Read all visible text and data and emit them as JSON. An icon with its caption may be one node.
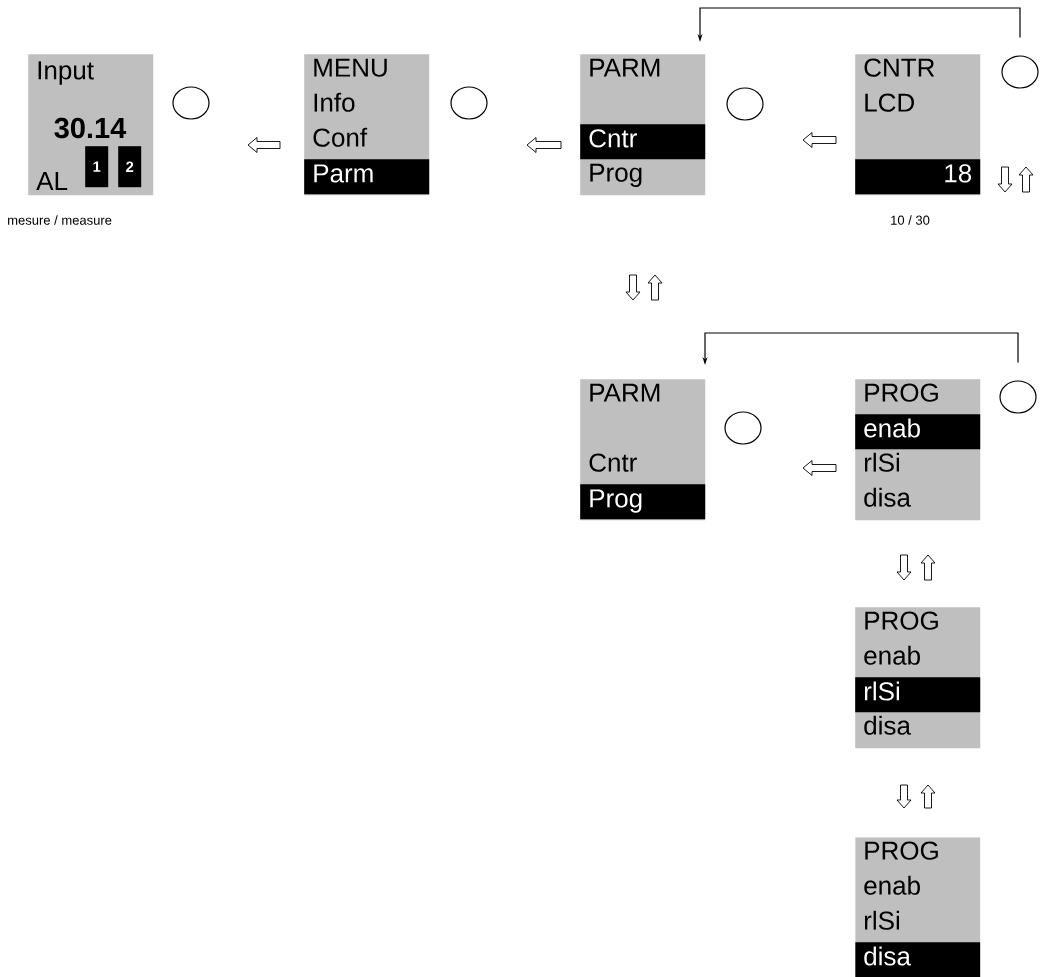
{
  "diagram": {
    "nodes": [
      {
        "text": [
          "Input",
          "30.14",
          "AL"
        ],
        "beside": [
          "mesure / measure"
        ]
      },
      {
        "text": [
          "1"
        ],
        "in": 0
      },
      {
        "text": [
          "2"
        ],
        "in": 0
      },
      {
        "text": [],
        "shape": "circle"
      },
      {
        "text": [
          "MENU",
          "Info",
          "Conf"
        ]
      },
      {
        "text": [
          "Parm"
        ],
        "in": 4
      },
      {
        "text": [],
        "shape": "circle"
      },
      {
        "text": [
          "PARM",
          "Prog"
        ]
      },
      {
        "text": [
          "Cntr"
        ],
        "in": 7
      },
      {
        "text": [],
        "shape": "circle"
      },
      {
        "text": [
          "CNTR",
          "LCD"
        ],
        "beside": [
          "10 / 30"
        ]
      },
      {
        "text": [
          "18"
        ],
        "in": 10
      },
      {
        "text": [],
        "shape": "circle"
      },
      {
        "text": [
          "PARM",
          "Cntr"
        ]
      },
      {
        "text": [
          "Prog"
        ],
        "in": 13
      },
      {
        "text": [],
        "shape": "circle"
      },
      {
        "text": [
          "PROG",
          "rlSi",
          "disa"
        ]
      },
      {
        "text": [
          "enab"
        ],
        "in": 16
      },
      {
        "text": [],
        "shape": "circle"
      },
      {
        "text": [
          "PROG",
          "enab",
          "disa"
        ]
      },
      {
        "text": [
          "rlSi"
        ],
        "in": 19
      },
      {
        "text": [
          "PROG",
          "enab",
          "rlSi"
        ]
      },
      {
        "text": [
          "disa"
        ],
        "in": 21
      }
    ],
    "edges": [
      {
        "from": 12,
        "to": 7,
        "arrow": "to"
      },
      {
        "from": 18,
        "to": 13,
        "arrow": "to"
      }
    ]
  }
}
